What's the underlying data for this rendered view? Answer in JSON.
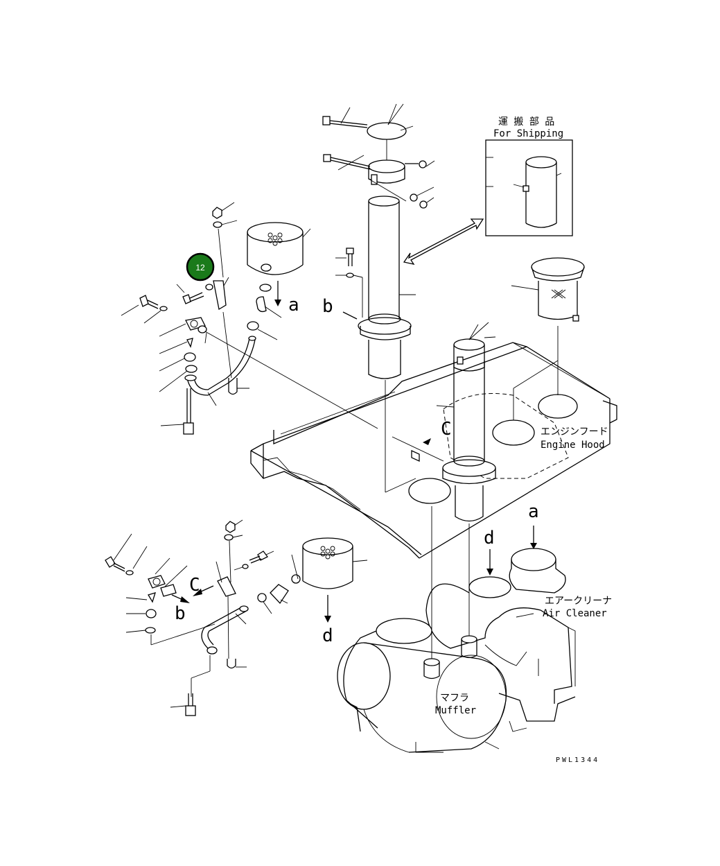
{
  "labels": {
    "shipping_jp": "運 搬 部 品",
    "shipping_en": "For Shipping",
    "engine_hood_jp": "エンジンフード",
    "engine_hood_en": "Engine Hood",
    "air_cleaner_jp": "エアークリーナ",
    "air_cleaner_en": "Air Cleaner",
    "muffler_jp": "マフラ",
    "muffler_en": "Muffler",
    "drawing_code": "PWL1344"
  },
  "callouts": {
    "a_top": "a",
    "b_top": "b",
    "c_top": "C",
    "a_right": "a",
    "d_right": "d",
    "c_bottom": "C",
    "b_bottom": "b",
    "d_bottom": "d"
  },
  "badge": {
    "number": "12",
    "color": "#1a7a1a"
  }
}
